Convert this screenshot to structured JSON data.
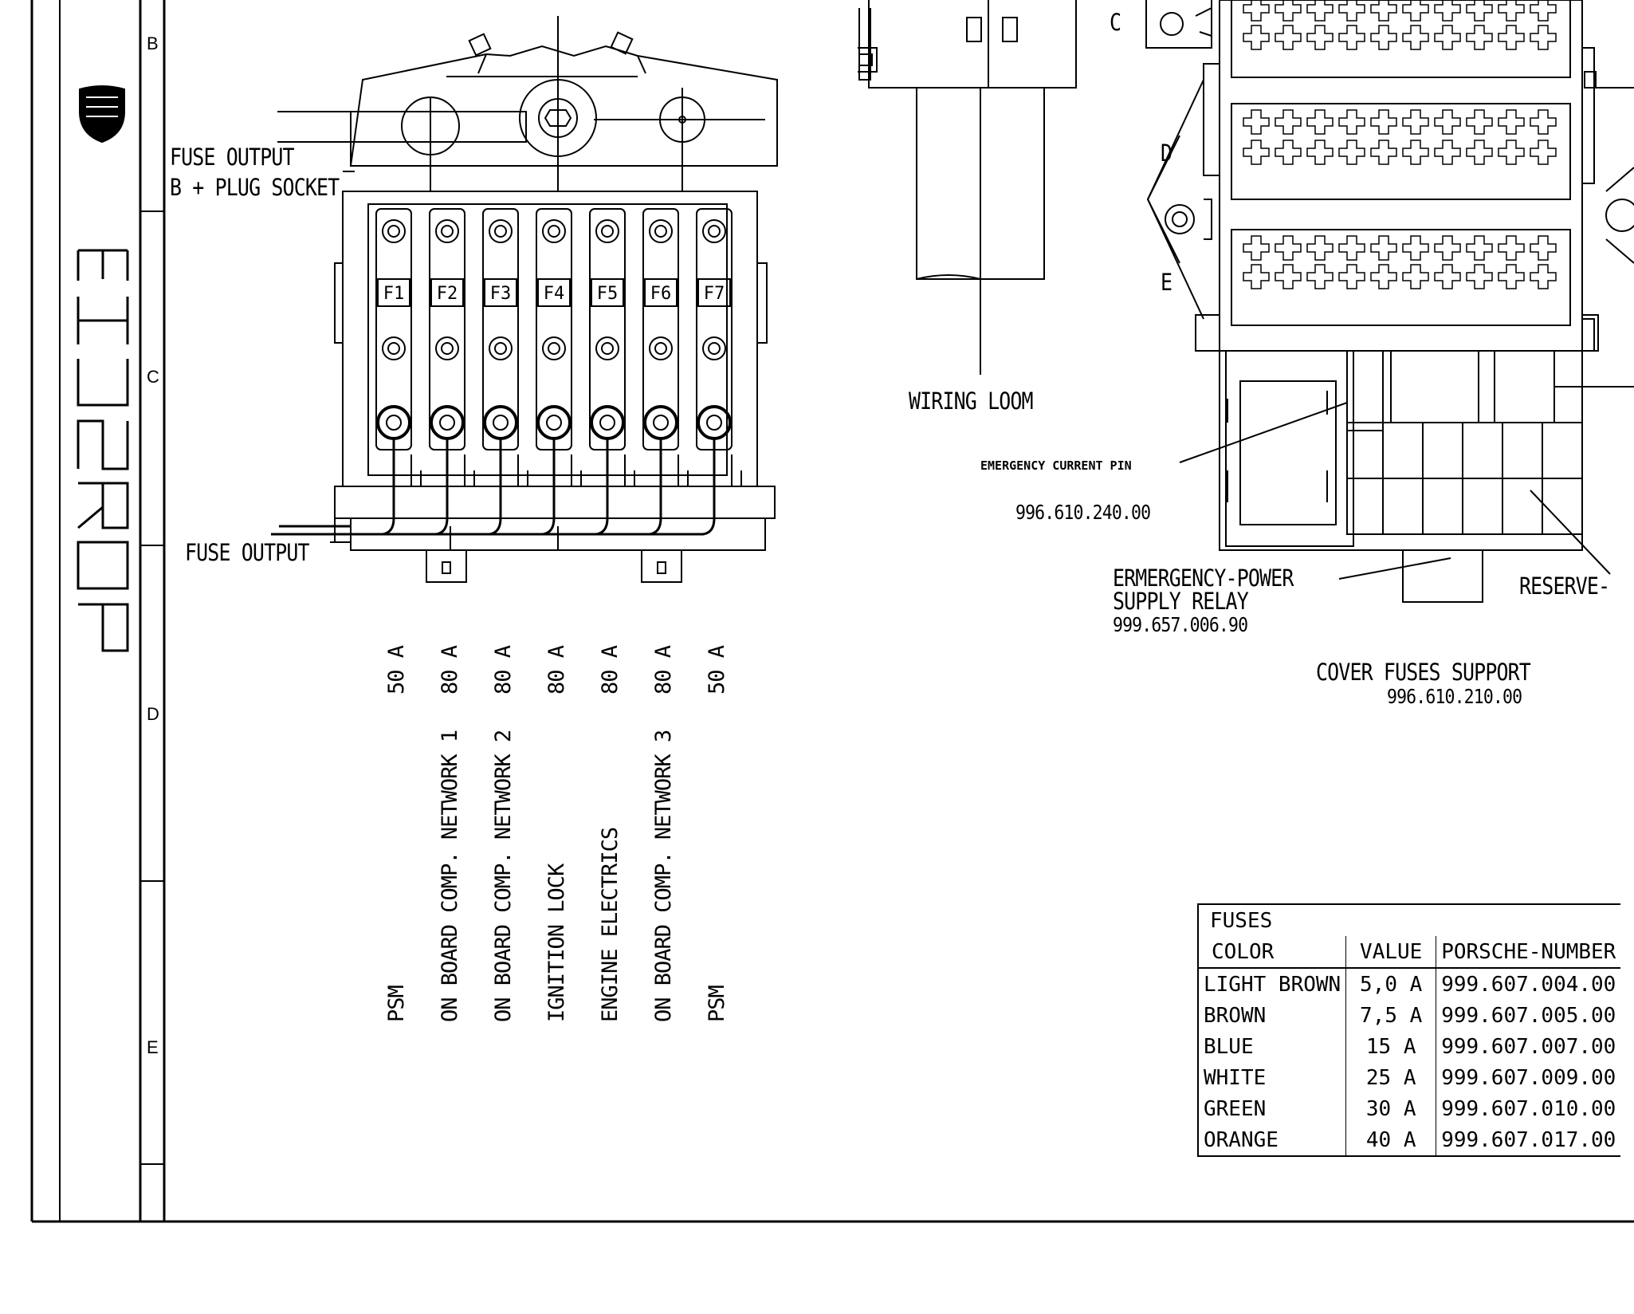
{
  "sheet": {
    "brand": "PORSCHE",
    "zones": [
      "B",
      "C",
      "D",
      "E"
    ]
  },
  "fuse_box": {
    "fuse_output_b_plus_line1": "FUSE OUTPUT",
    "fuse_output_b_plus_line2": "B + PLUG SOCKET",
    "fuse_output_bottom": "FUSE OUTPUT",
    "fuses": [
      "F1",
      "F2",
      "F3",
      "F4",
      "F5",
      "F6",
      "F7"
    ]
  },
  "fuse_assignments": [
    {
      "name": "PSM",
      "rating": "50 A"
    },
    {
      "name": "ON BOARD COMP. NETWORK 1",
      "rating": "80 A"
    },
    {
      "name": "ON BOARD COMP. NETWORK 2",
      "rating": "80 A"
    },
    {
      "name": "IGNITION LOCK",
      "rating": "80 A"
    },
    {
      "name": "ENGINE ELECTRICS",
      "rating": "80 A"
    },
    {
      "name": "ON BOARD COMP. NETWORK 3",
      "rating": "80 A"
    },
    {
      "name": "PSM",
      "rating": "50 A"
    }
  ],
  "right_panel": {
    "row_labels": [
      "C",
      "D",
      "E"
    ],
    "wiring_loom": "WIRING LOOM",
    "emergency_current_pin": "EMERGENCY CURRENT PIN",
    "emergency_current_pin_number": "996.610.240.00",
    "relay_line1": "ERMERGENCY-POWER",
    "relay_line2": "SUPPLY RELAY",
    "relay_number": "999.657.006.90",
    "reserve": "RESERVE-",
    "cover_title": "COVER FUSES SUPPORT",
    "cover_number": "996.610.210.00"
  },
  "fuse_table": {
    "title": "FUSES",
    "headers": [
      "COLOR",
      "VALUE",
      "PORSCHE-NUMBER"
    ],
    "rows": [
      [
        "LIGHT BROWN",
        "5,0 A",
        "999.607.004.00"
      ],
      [
        "BROWN",
        "7,5 A",
        "999.607.005.00"
      ],
      [
        "BLUE",
        "15 A",
        "999.607.007.00"
      ],
      [
        "WHITE",
        "25 A",
        "999.607.009.00"
      ],
      [
        "GREEN",
        "30 A",
        "999.607.010.00"
      ],
      [
        "ORANGE",
        "40 A",
        "999.607.017.00"
      ]
    ]
  }
}
